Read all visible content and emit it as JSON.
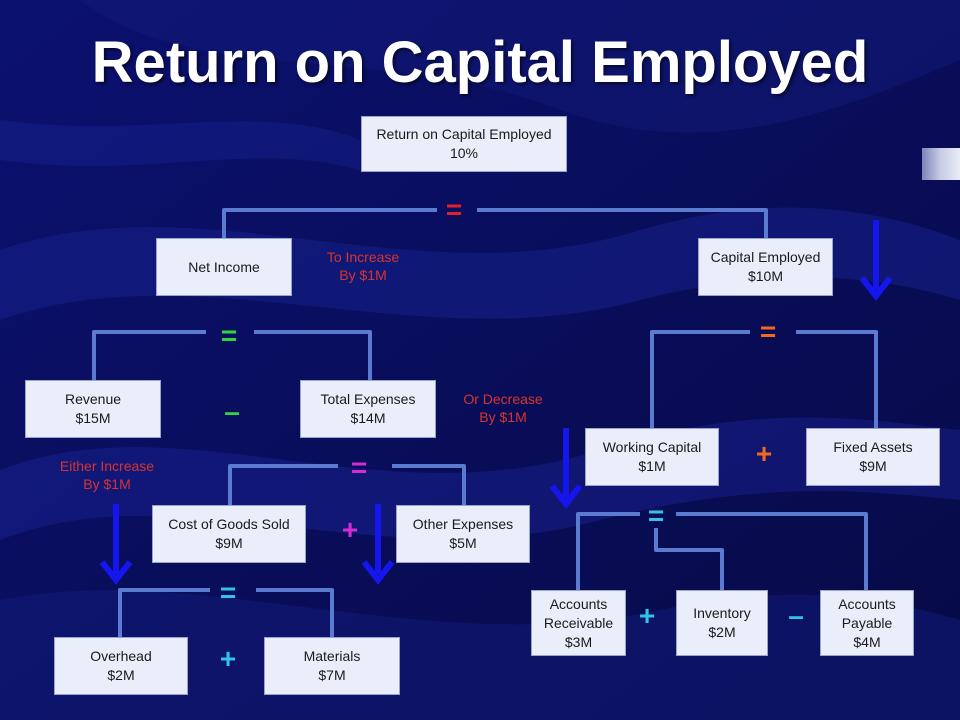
{
  "title": "Return on Capital Employed",
  "colors": {
    "background": "#0a0e5c",
    "connector": "#5b7bd0",
    "note": "#d8342c",
    "arrow": "#1515ee",
    "equals_red": "#e31f2b",
    "equals_green": "#2fd63b",
    "equals_orange": "#ef6a1a",
    "equals_magenta": "#d52bd5",
    "equals_cyan": "#33c3e8"
  },
  "nodes": {
    "roce": {
      "label": "Return on Capital Employed",
      "value": "10%"
    },
    "net_income": {
      "label": "Net Income"
    },
    "capital_employed": {
      "label": "Capital Employed",
      "value": "$10M"
    },
    "revenue": {
      "label": "Revenue",
      "value": "$15M"
    },
    "total_expenses": {
      "label": "Total Expenses",
      "value": "$14M"
    },
    "cogs": {
      "label": "Cost of Goods Sold",
      "value": "$9M"
    },
    "other_expenses": {
      "label": "Other Expenses",
      "value": "$5M"
    },
    "overhead": {
      "label": "Overhead",
      "value": "$2M"
    },
    "materials": {
      "label": "Materials",
      "value": "$7M"
    },
    "working_capital": {
      "label": "Working Capital",
      "value": "$1M"
    },
    "fixed_assets": {
      "label": "Fixed Assets",
      "value": "$9M"
    },
    "accounts_receivable": {
      "label": "Accounts Receivable",
      "value": "$3M"
    },
    "inventory": {
      "label": "Inventory",
      "value": "$2M"
    },
    "accounts_payable": {
      "label": "Accounts Payable",
      "value": "$4M"
    }
  },
  "operators": {
    "roce_eq": "=",
    "net_income_eq": "=",
    "capital_employed_eq": "=",
    "revenue_minus": "–",
    "total_expenses_eq": "=",
    "cogs_plus": "+",
    "cogs_eq": "=",
    "overhead_plus": "+",
    "working_capital_plus": "+",
    "working_capital_eq": "=",
    "ar_plus": "+",
    "inventory_minus": "–"
  },
  "notes": {
    "to_increase": {
      "line1": "To Increase",
      "line2": "By $1M"
    },
    "or_decrease": {
      "line1": "Or Decrease",
      "line2": "By $1M"
    },
    "either_increase": {
      "line1": "Either Increase",
      "line2": "By $1M"
    }
  }
}
